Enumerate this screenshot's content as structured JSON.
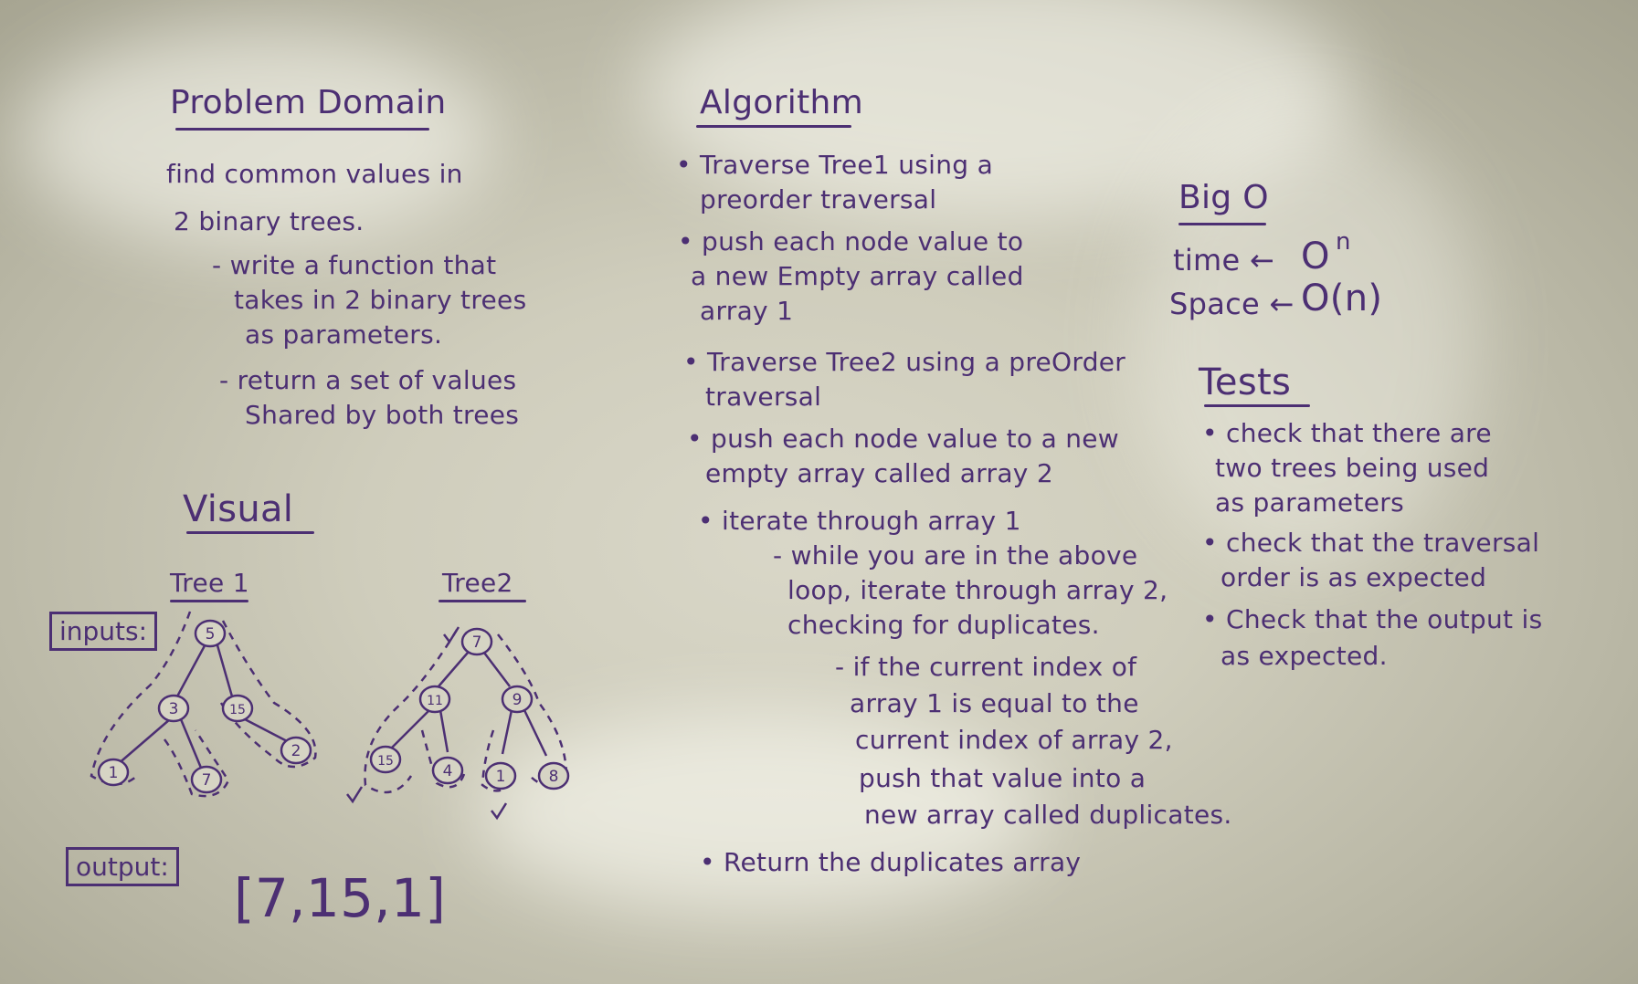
{
  "problem_domain": {
    "heading": "Problem Domain",
    "lines": [
      "find common values in",
      "2 binary trees."
    ],
    "bullets": [
      [
        "- write a function that",
        "takes in 2 binary trees",
        "as parameters."
      ],
      [
        "- return a set of values",
        "Shared by both trees"
      ]
    ]
  },
  "visual": {
    "heading": "Visual",
    "inputs_label": "inputs:",
    "output_label": "output:",
    "output_value": "[7,15,1]",
    "tree1": {
      "label": "Tree 1",
      "nodes": [
        "5",
        "3",
        "15",
        "1",
        "7",
        "2"
      ]
    },
    "tree2": {
      "label": "Tree2",
      "nodes": [
        "7",
        "11",
        "9",
        "15",
        "4",
        "1",
        "8"
      ]
    }
  },
  "algorithm": {
    "heading": "Algorithm",
    "lines": [
      "• Traverse Tree1 using a",
      "preorder traversal",
      "• push each node value to",
      "a new Empty array called",
      "array 1",
      "• Traverse Tree2 using a preOrder",
      "traversal",
      "• push each node value to a new",
      "empty array called array 2",
      "• iterate through array 1",
      "- while you are in the above",
      "loop, iterate through array 2,",
      "checking for duplicates.",
      "- if the current index of",
      "array 1 is equal to the",
      "current index of array 2,",
      "push that value into a",
      "new array called duplicates.",
      "• Return the duplicates array"
    ]
  },
  "big_o": {
    "heading": "Big O",
    "time_label": "time ←",
    "time_value": "O",
    "time_exp": "n",
    "space_label": "Space ←",
    "space_value": "O(n)"
  },
  "tests": {
    "heading": "Tests",
    "lines": [
      "• check that there are",
      "two trees being used",
      "as parameters",
      "• check that the traversal",
      "order is as expected",
      "• Check that the output is",
      "as expected."
    ]
  },
  "colors": {
    "marker": "#4c2f73",
    "board": "#d3d1c1"
  }
}
